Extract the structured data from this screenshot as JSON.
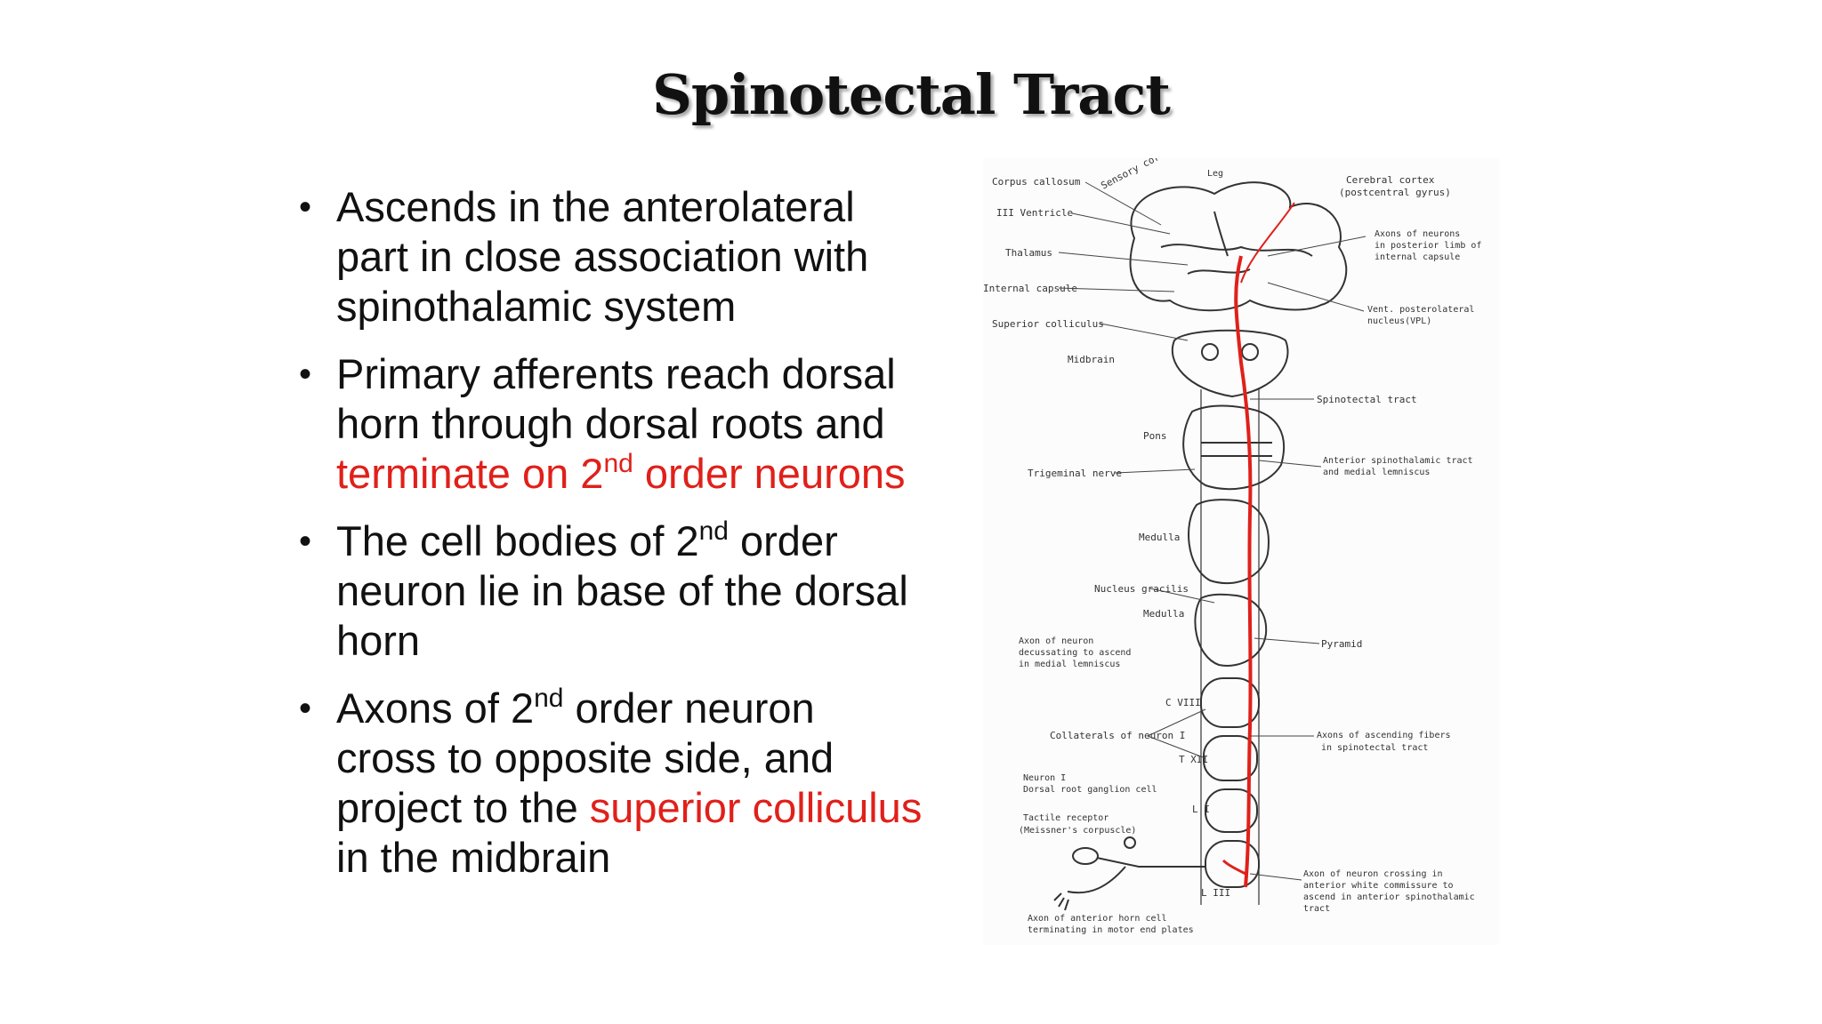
{
  "slide": {
    "title": "Spinotectal Tract",
    "bullets": [
      {
        "line1": "Ascends in the anterolateral",
        "line2": "part in close association with",
        "line3": "spinothalamic system"
      },
      {
        "line1": "Primary afferents reach dorsal",
        "line2": "horn through dorsal roots and",
        "red_pre": "terminate on 2",
        "red_sup": "nd",
        "red_post": " order neurons"
      },
      {
        "pre": "The cell bodies of 2",
        "sup": "nd",
        "post": " order",
        "line2": "neuron lie in base of the dorsal",
        "line3": "horn"
      },
      {
        "pre": "Axons of 2",
        "sup": "nd",
        "post": " order neuron",
        "line2": "cross to opposite side, and",
        "line3_pre": "project to the ",
        "line3_red": "superior colliculus",
        "line4": "in the midbrain"
      }
    ]
  },
  "figure": {
    "labels": {
      "corpus_callosum": "Corpus callosum",
      "sensory_cortex": "Sensory cortex",
      "leg": "Leg",
      "cerebral_cortex": "Cerebral cortex",
      "postcentral": "(postcentral gyrus)",
      "third_ventricle": "III Ventricle",
      "axons_1": "Axons of neurons",
      "axons_2": "in posterior limb of",
      "axons_3": "internal capsule",
      "thalamus": "Thalamus",
      "internal_capsule": "Internal capsule",
      "vpl_1": "Vent. posterolateral",
      "vpl_2": "nucleus(VPL)",
      "superior_colliculus": "Superior colliculus",
      "midbrain": "Midbrain",
      "spinotectal_tract": "Spinotectal tract",
      "pons": "Pons",
      "ant_spino_1": "Anterior spinothalamic tract",
      "ant_spino_2": "and medial lemniscus",
      "trigeminal": "Trigeminal nerve",
      "medulla_1": "Medulla",
      "nucleus_gracilis": "Nucleus gracilis",
      "medulla_2": "Medulla",
      "axon_dec_1": "Axon of neuron",
      "axon_dec_2": "decussating to ascend",
      "axon_dec_3": "in medial lemniscus",
      "pyramid": "Pyramid",
      "c8": "C VIII",
      "collaterals": "Collaterals of neuron I",
      "axons_asc_1": "Axons of ascending fibers",
      "axons_asc_2": "in spinotectal tract",
      "t12": "T XII",
      "neuron_i": "Neuron I",
      "drg": "Dorsal root ganglion cell",
      "l1": "L I",
      "tactile": "Tactile receptor",
      "meissner": "(Meissner's corpuscle)",
      "cross_1": "Axon of neuron crossing in",
      "cross_2": "anterior white commissure to",
      "cross_3": "ascend in anterior spinothalamic",
      "cross_4": "tract",
      "l3": "L III",
      "anterior_horn_1": "Axon of anterior horn cell",
      "anterior_horn_2": "terminating in motor end plates"
    },
    "colors": {
      "tract": "#e0201a",
      "ink": "#333333"
    }
  }
}
